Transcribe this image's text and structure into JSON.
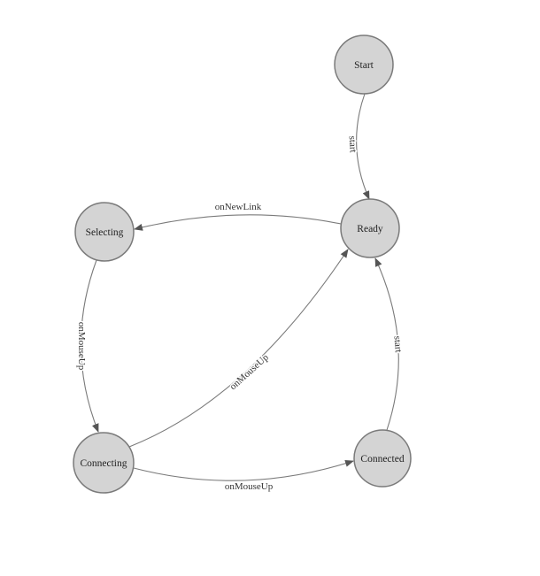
{
  "diagram": {
    "type": "state-machine",
    "nodes": [
      {
        "id": "start",
        "label": "Start"
      },
      {
        "id": "ready",
        "label": "Ready"
      },
      {
        "id": "selecting",
        "label": "Selecting"
      },
      {
        "id": "connecting",
        "label": "Connecting"
      },
      {
        "id": "connected",
        "label": "Connected"
      }
    ],
    "edges": [
      {
        "from": "start",
        "to": "ready",
        "label": "start"
      },
      {
        "from": "ready",
        "to": "selecting",
        "label": "onNewLink"
      },
      {
        "from": "selecting",
        "to": "connecting",
        "label": "onMouseUp"
      },
      {
        "from": "connecting",
        "to": "ready",
        "label": "onMouseUp"
      },
      {
        "from": "connecting",
        "to": "connected",
        "label": "onMouseUp"
      },
      {
        "from": "connected",
        "to": "ready",
        "label": "start"
      }
    ],
    "colors": {
      "background": "#ffffff",
      "node_fill": "#d4d4d4",
      "node_stroke": "#7a7a7a",
      "node_text": "#222222",
      "edge_stroke": "#7a7a7a",
      "edge_text": "#333333",
      "arrowhead": "#555555"
    }
  }
}
